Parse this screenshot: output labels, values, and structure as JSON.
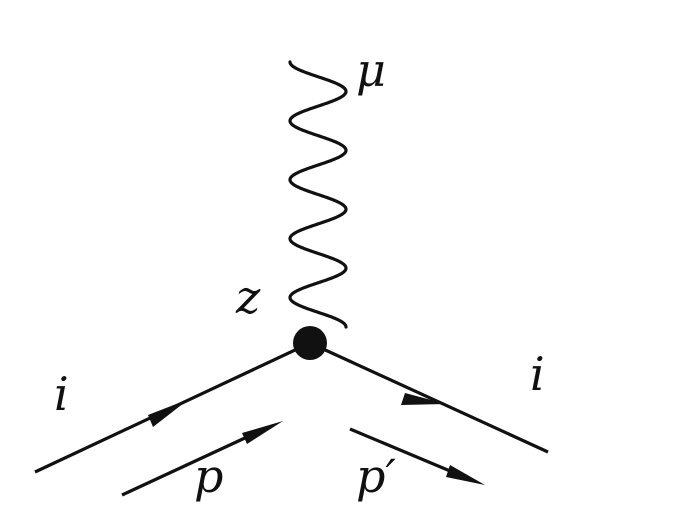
{
  "diagram": {
    "labels": {
      "mu": "μ",
      "z": "z",
      "i_in": "i",
      "i_out": "i",
      "p": "p",
      "p_prime": "p′"
    },
    "colors": {
      "ink": "#111111",
      "background": "#ffffff"
    }
  }
}
